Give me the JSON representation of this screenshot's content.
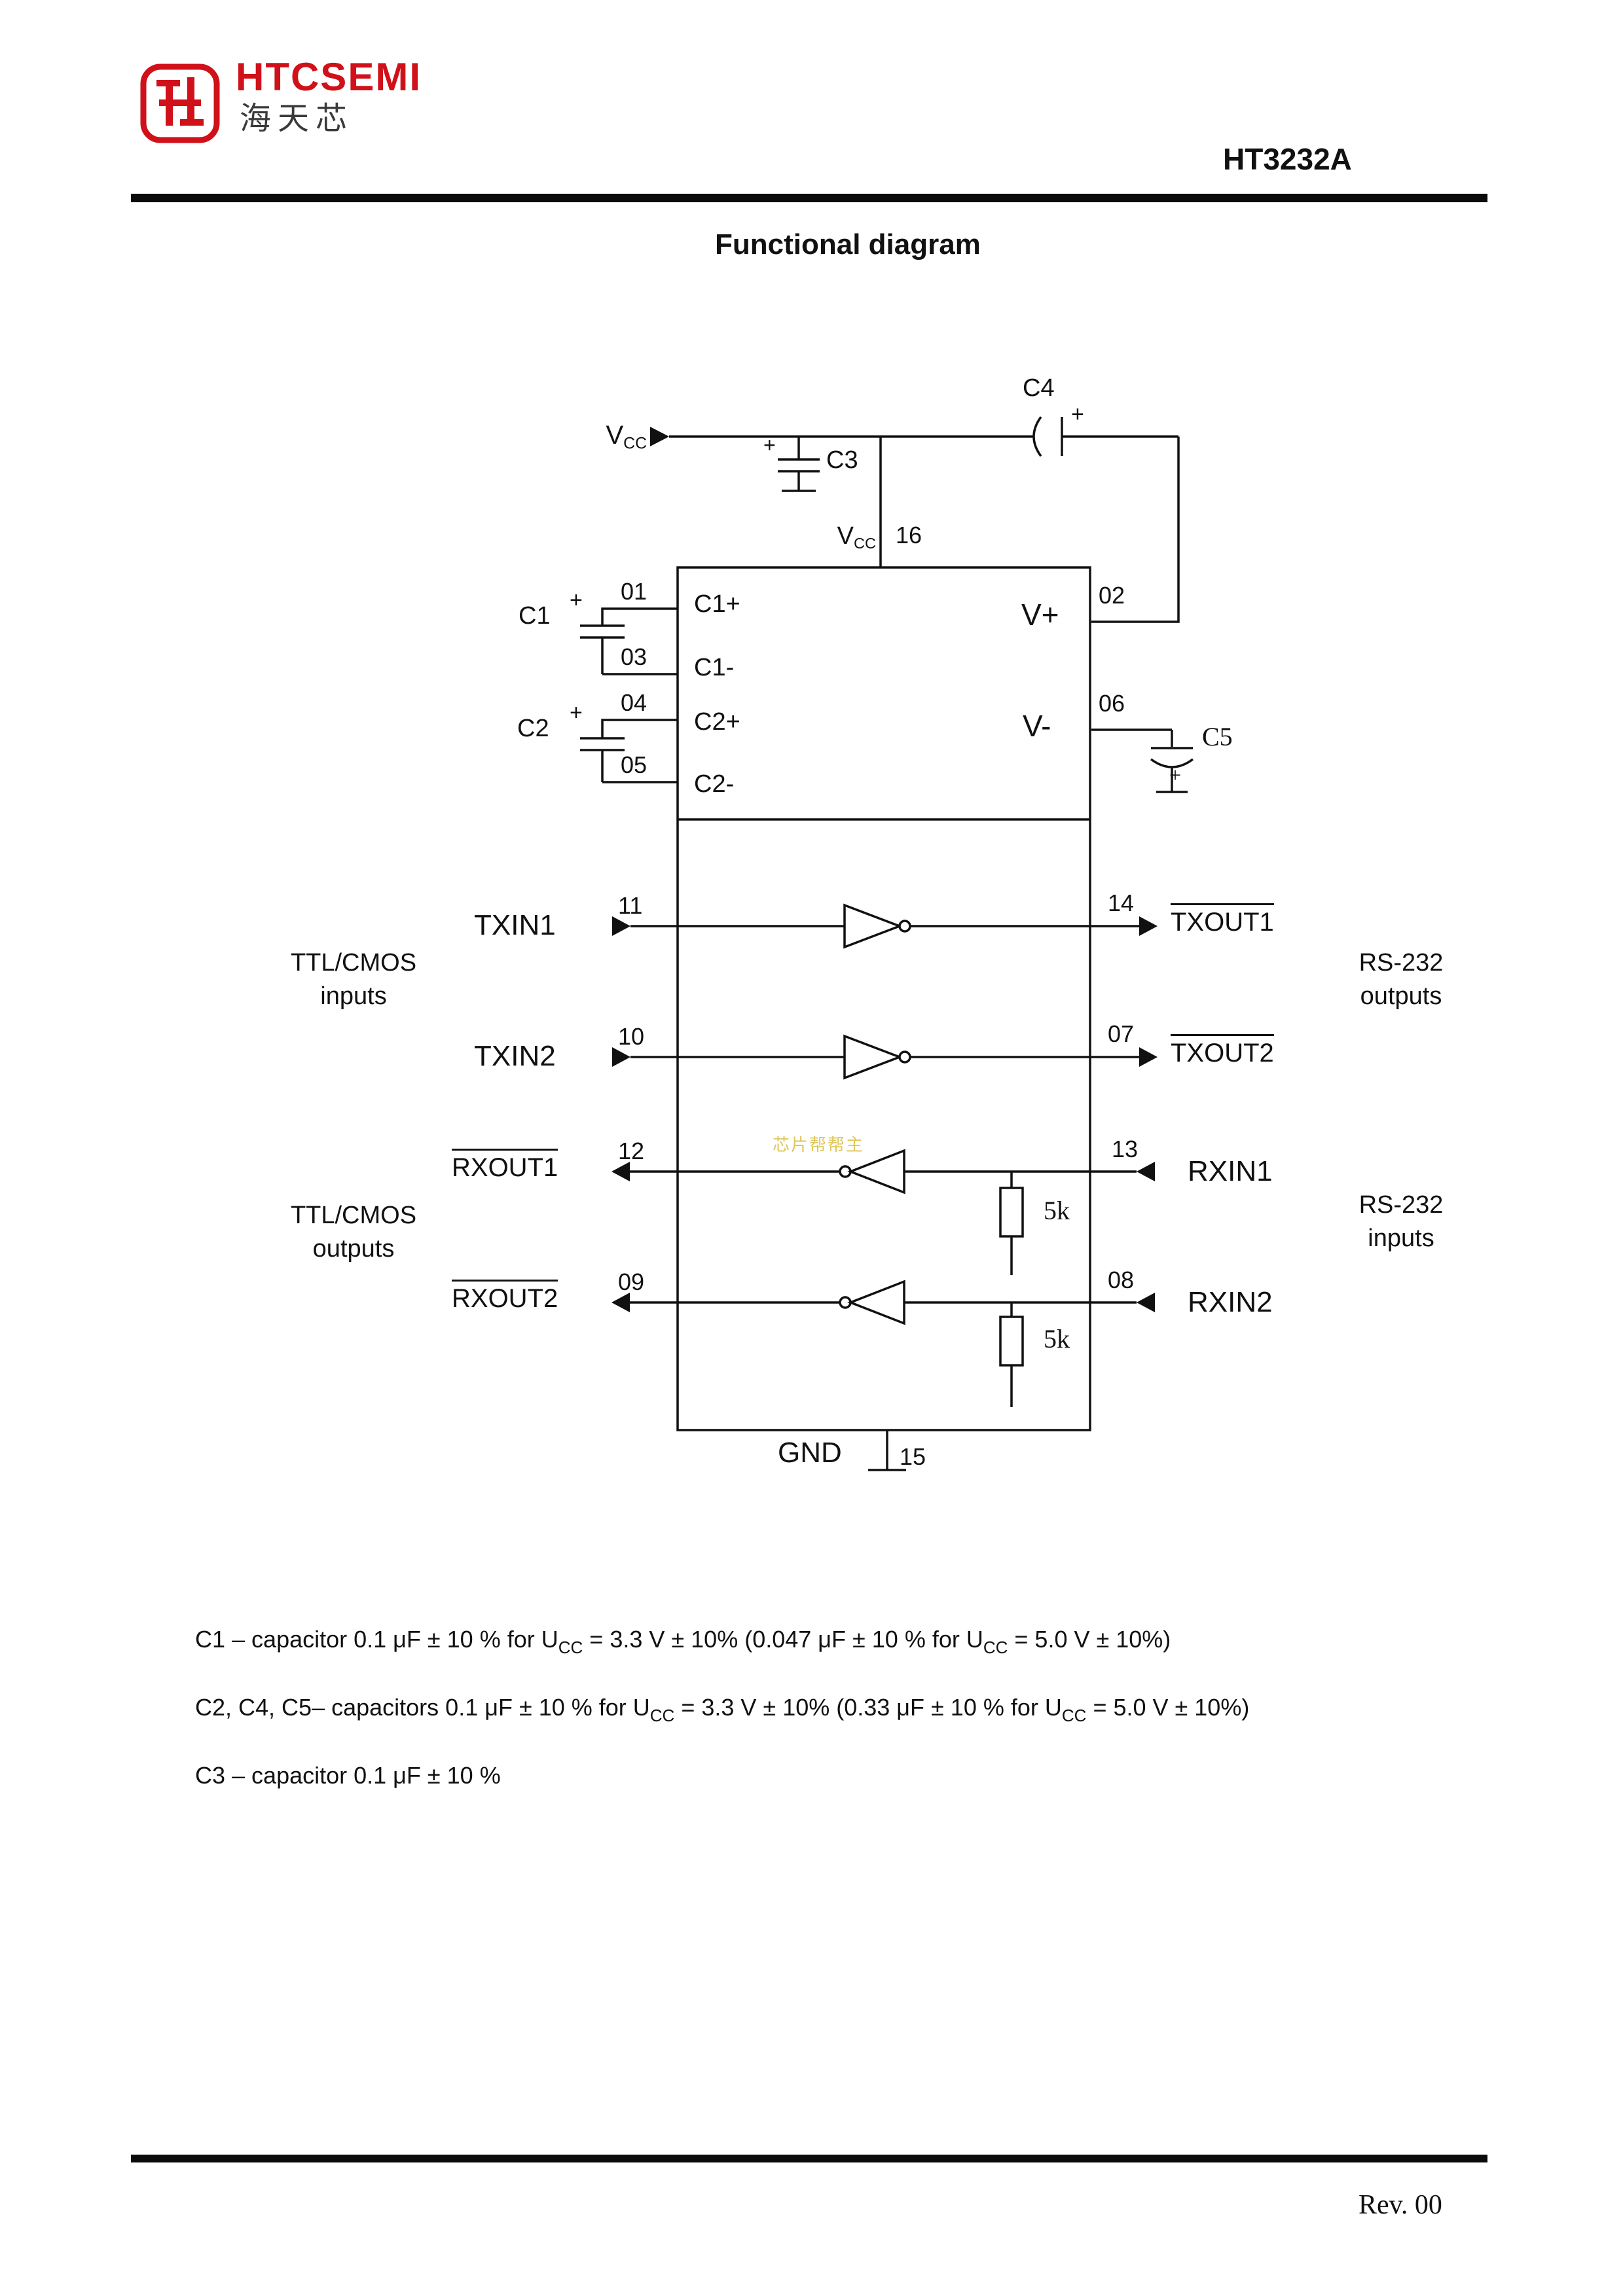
{
  "header": {
    "brand": "HTCSEMI",
    "brand_cn": "海天芯",
    "part_number": "HT3232A"
  },
  "title": "Functional diagram",
  "watermark": "芯片帮帮主",
  "diagram": {
    "vcc": {
      "base": "V",
      "sub": "CC"
    },
    "plus": "+",
    "caps": {
      "c1": "C1",
      "c2": "C2",
      "c3": "C3",
      "c4": "C4",
      "c5": "C5"
    },
    "pins": {
      "p01": {
        "num": "01",
        "label": "C1+"
      },
      "p03": {
        "num": "03",
        "label": "C1-"
      },
      "p04": {
        "num": "04",
        "label": "C2+"
      },
      "p05": {
        "num": "05",
        "label": "C2-"
      },
      "p16": {
        "num": "16"
      },
      "p02": {
        "num": "02",
        "label": "V+"
      },
      "p06": {
        "num": "06",
        "label": "V-"
      },
      "p11": {
        "num": "11",
        "label": "TXIN1"
      },
      "p10": {
        "num": "10",
        "label": "TXIN2"
      },
      "p14": {
        "num": "14",
        "label": "TXOUT1"
      },
      "p07": {
        "num": "07",
        "label": "TXOUT2"
      },
      "p12": {
        "num": "12",
        "label": "RXOUT1"
      },
      "p09": {
        "num": "09",
        "label": "RXOUT2"
      },
      "p13": {
        "num": "13",
        "label": "RXIN1"
      },
      "p08": {
        "num": "08",
        "label": "RXIN2"
      },
      "p15": {
        "num": "15",
        "label": "GND"
      }
    },
    "resistors": {
      "r1": "5k",
      "r2": "5k"
    },
    "side_labels": {
      "ttl_in": [
        "TTL/CMOS",
        "inputs"
      ],
      "ttl_out": [
        "TTL/CMOS",
        "outputs"
      ],
      "rs_out": [
        "RS-232",
        "outputs"
      ],
      "rs_in": [
        "RS-232",
        "inputs"
      ]
    }
  },
  "notes": [
    {
      "parts": [
        {
          "text": "C1 – capacitor  0.1 μF ± 10 % for  U"
        },
        {
          "text": "CC",
          "sub": true
        },
        {
          "text": " = 3.3 V ± 10%  (0.047 μF ± 10 % for  U"
        },
        {
          "text": "CC",
          "sub": true
        },
        {
          "text": " = 5.0 V ± 10%)"
        }
      ]
    },
    {
      "parts": [
        {
          "text": "C2, C4, C5– capacitors  0.1 μF ± 10 % for U"
        },
        {
          "text": "CC",
          "sub": true
        },
        {
          "text": " = 3.3 V ± 10%  (0.33 μF ± 10 % for U"
        },
        {
          "text": "CC",
          "sub": true
        },
        {
          "text": " = 5.0 V ± 10%)"
        }
      ]
    },
    {
      "parts": [
        {
          "text": "C3 – capacitor  0.1 μF ± 10 %"
        }
      ]
    }
  ],
  "footer": {
    "rev": "Rev. 00"
  }
}
